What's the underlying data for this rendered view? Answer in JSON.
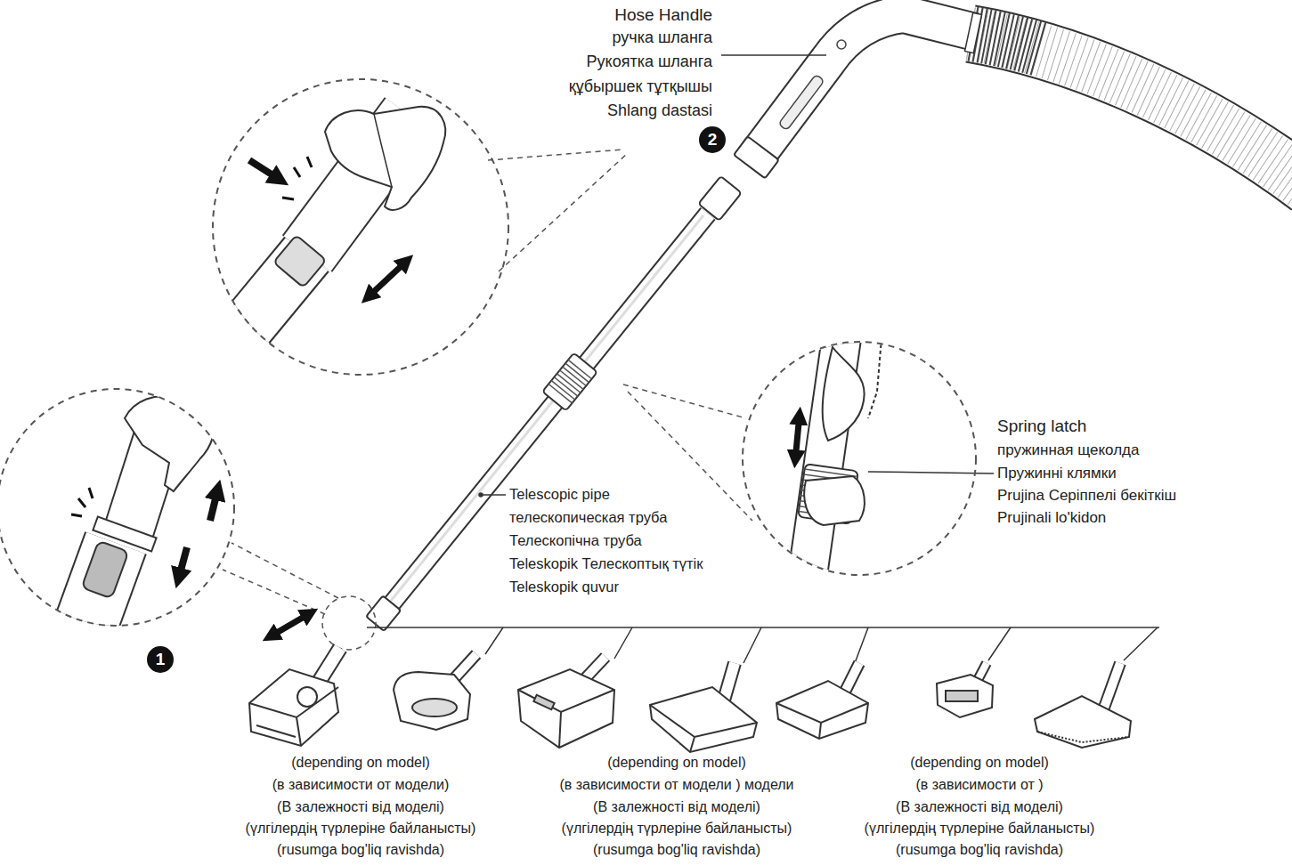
{
  "diagram": {
    "nodes": [
      {
        "text": [
          "2"
        ]
      },
      {
        "text": [
          "1"
        ]
      }
    ],
    "labels": [
      "Hose Handle",
      "ручка шланга",
      "Рукоятка шланга",
      "құбыршек тұтқышы",
      "Shlang dastasi",
      "Telescopic pipe",
      "телескопическая труба",
      "Телескопічна труба",
      "Teleskopik Телескоптық түтік",
      "Teleskopik quvur",
      "Spring latch",
      "пружинная щеколда",
      "Пружинні клямки",
      "Prujina Серіппелі бекіткіш",
      "Prujinali lo'kidon",
      "(depending on model)",
      "(в зависимости от модели)",
      "(В залежності від моделі)",
      "(үлгілердің түрлеріне байланысты)",
      "(rusumga bog'liq ravishda)",
      "(depending on model)",
      "(в зависимости от модели ) модели",
      "(В залежності від моделі)",
      "(үлгілердің түрлеріне байланысты)",
      "(rusumga bog'liq ravishda)",
      "(depending on model)",
      "(в зависимости от )",
      "(В залежності від моделі)",
      "(үлгілердің түрлеріне байланысты)",
      "(rusumga bog'liq ravishda)"
    ]
  }
}
